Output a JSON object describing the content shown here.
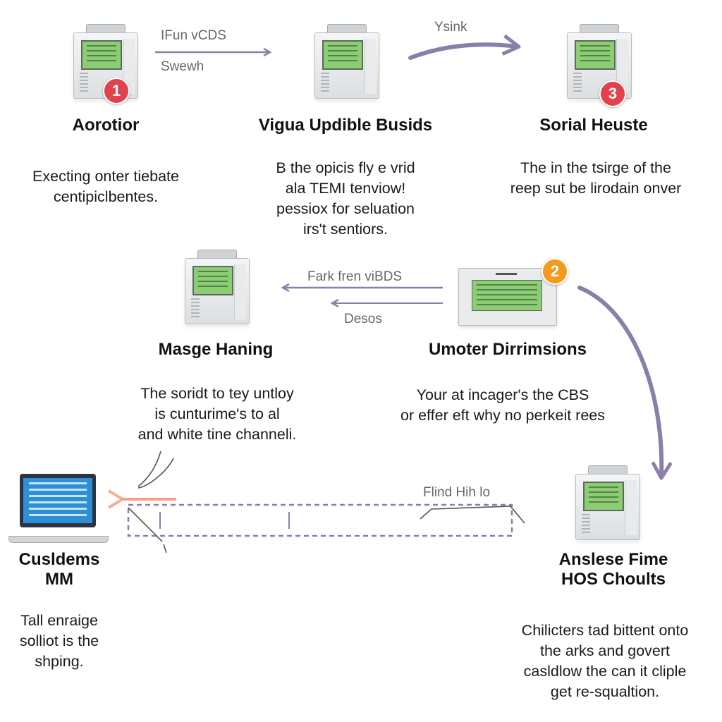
{
  "nodes": [
    {
      "id": "n1",
      "title": "Aorotior",
      "badge": "1",
      "desc_lines": [
        "Execting onter tiebate",
        "centipiclbentes."
      ]
    },
    {
      "id": "n2",
      "title": "Vigua Updible Busids",
      "desc_lines": [
        "B the opicis fly e vrid",
        "ala TEMI tenviow!",
        "pessiox for seluation",
        "irs't sentiors."
      ]
    },
    {
      "id": "n3",
      "title": "Sorial Heuste",
      "badge": "3",
      "desc_lines": [
        "The in the tsirge of the",
        "reep sut be lirodain onver"
      ]
    },
    {
      "id": "n4",
      "title": "Masge Haning",
      "desc_lines": [
        "The soridt to tey untloy",
        "is cunturime's to al",
        "and white tine channeli."
      ]
    },
    {
      "id": "n5",
      "title": "Umoter Dirrimsions",
      "badge": "2",
      "desc_lines": [
        "Your at incager's the CBS",
        "or effer eft why no perkeit rees"
      ]
    },
    {
      "id": "n6",
      "title_lines": [
        "Cusldems",
        "MM"
      ],
      "desc_lines": [
        "Tall enraige",
        "solliot is the",
        "shping."
      ]
    },
    {
      "id": "n7",
      "title_lines": [
        "Anslese Fime",
        "HOS Choults"
      ],
      "desc_lines": [
        "Chilicters tad bittent onto",
        "the arks and govert",
        "casldlow the can it cliple",
        "get re-squaltion."
      ]
    }
  ],
  "edges": [
    {
      "from": "n1",
      "to": "n2",
      "labels": [
        "IFun vCDS",
        "Swewh"
      ]
    },
    {
      "from": "n2",
      "to": "n3",
      "labels": [
        "Ysink"
      ]
    },
    {
      "from": "n5",
      "to": "n4",
      "labels": [
        "Fark fren viBDS",
        "Desos"
      ]
    },
    {
      "from": "n5",
      "to": "n7",
      "labels": []
    },
    {
      "from": "n7",
      "to": "n6",
      "labels": [
        "Flind Hih lo"
      ]
    }
  ],
  "colors": {
    "arrow": "#8a7fa8",
    "accent_arrow": "#f08a6a",
    "badge_red": "#e0434e",
    "badge_orange": "#f39a1f",
    "screen": "#8ccc73",
    "laptop_screen": "#2d8fd8"
  },
  "icons": {
    "device": "medical-analyzer-icon",
    "monitor": "desktop-monitor-icon",
    "laptop": "laptop-icon"
  }
}
